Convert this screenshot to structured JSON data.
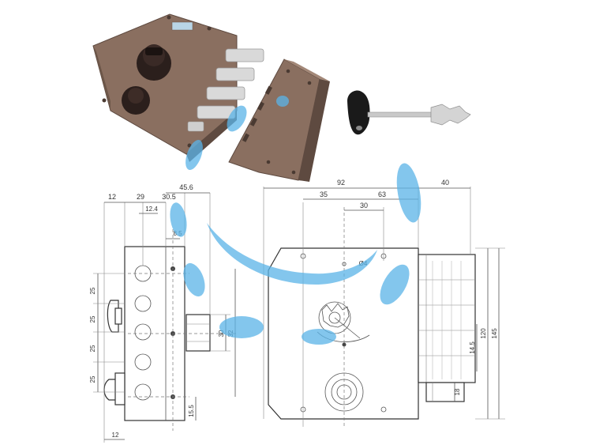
{
  "colors": {
    "lock_body": "#8a6f60",
    "lock_body_dark": "#5e4a40",
    "bolt": "#d9d9d9",
    "knob": "#2b1f1c",
    "key_head": "#1a1a1a",
    "watermark": "#5ab4e8",
    "line": "#444444"
  },
  "icons": {
    "lock_photo": "lock-product-illustration",
    "key_photo": "key-illustration",
    "watermark": "blue-brush-watermark"
  },
  "dimensions": {
    "left_view": {
      "top": [
        "12",
        "29",
        "30.5",
        "45.6"
      ],
      "small": [
        "12.4",
        "8.5"
      ],
      "left_vertical": [
        "25",
        "25",
        "25",
        "25"
      ],
      "middle_vertical": [
        "30",
        "32"
      ],
      "bottom_vertical": "15.5",
      "bottom": "12"
    },
    "front_view": {
      "top": [
        "92",
        "40"
      ],
      "second": [
        "35",
        "63"
      ],
      "third": "30",
      "hole": "Ø4",
      "right_vertical": [
        "120",
        "145"
      ],
      "inner_vertical": [
        "14.5",
        "18"
      ]
    }
  }
}
